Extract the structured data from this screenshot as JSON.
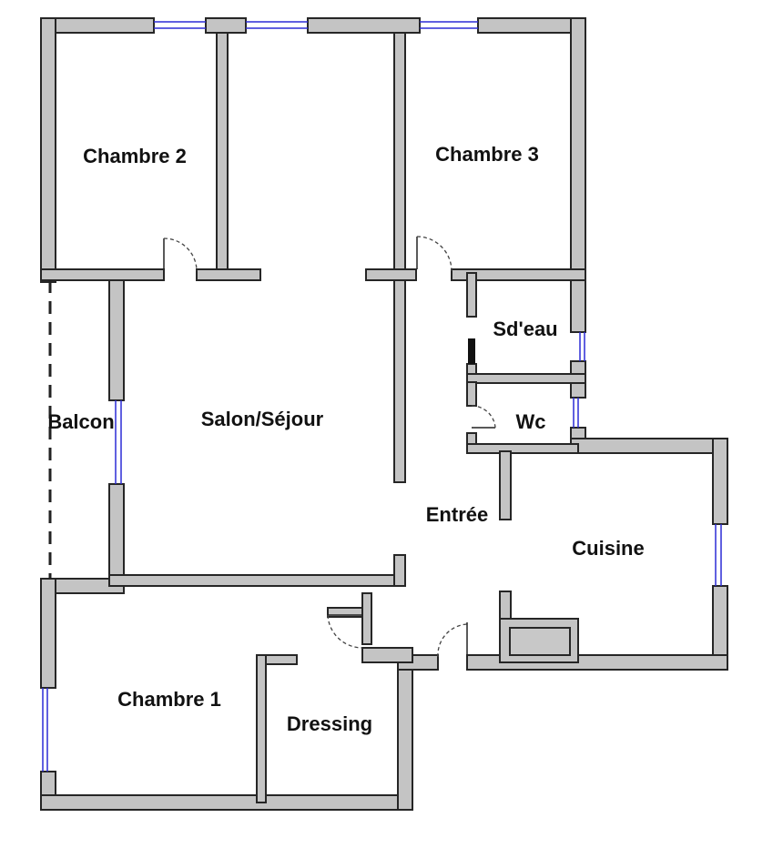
{
  "plan": {
    "colors": {
      "wall_fill": "#c4c4c4",
      "wall_outline": "#262626",
      "window": "#2b2bd6",
      "appliance": "#c8c8c8"
    },
    "rooms": {
      "chambre2": "Chambre 2",
      "chambre3": "Chambre 3",
      "sdeau": "Sd'eau",
      "wc": "Wc",
      "balcon": "Balcon",
      "salon": "Salon/Séjour",
      "entree": "Entrée",
      "cuisine": "Cuisine",
      "chambre1": "Chambre 1",
      "dressing": "Dressing"
    }
  }
}
